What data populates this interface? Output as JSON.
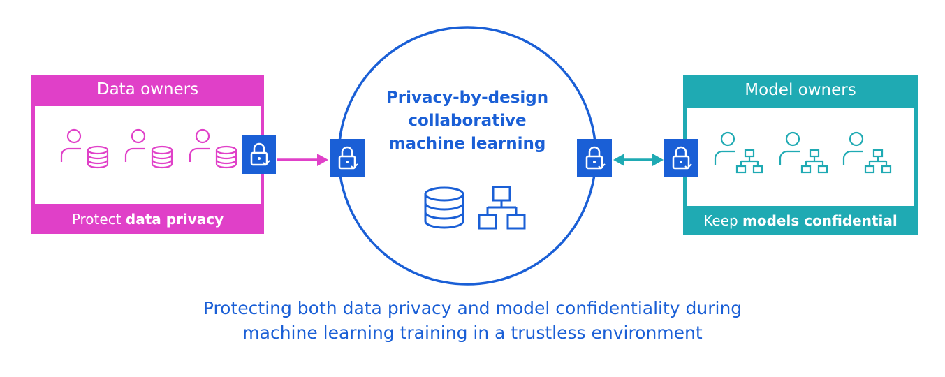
{
  "colors": {
    "data_owner": "#e040c8",
    "model_owner": "#1faab3",
    "primary": "#1a5fd6",
    "lock_bg": "#1a5fd6"
  },
  "data_owners": {
    "title": "Data owners",
    "footer_prefix": "Protect ",
    "footer_bold": "data privacy",
    "icons": [
      "user-database-icon",
      "user-database-icon",
      "user-database-icon"
    ]
  },
  "model_owners": {
    "title": "Model owners",
    "footer_prefix": "Keep ",
    "footer_bold": "models confidential",
    "icons": [
      "user-network-icon",
      "user-network-icon",
      "user-network-icon"
    ]
  },
  "center": {
    "title_line1": "Privacy-by-design",
    "title_line2": "collaborative",
    "title_line3": "machine learning",
    "icons": [
      "database-icon",
      "network-icon"
    ]
  },
  "caption": {
    "line1": "Protecting both data privacy and model confidentiality during",
    "line2": "machine learning training in a trustless environment"
  }
}
